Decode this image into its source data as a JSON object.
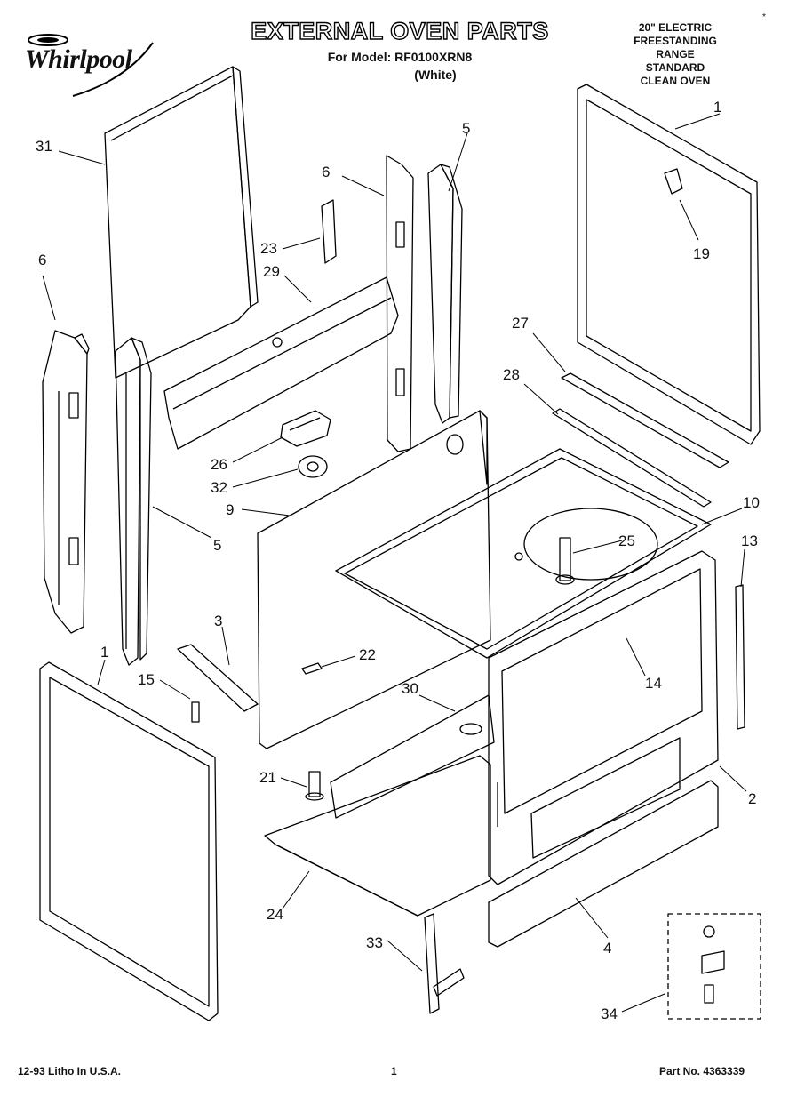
{
  "header": {
    "brand": "Whirlpool",
    "title": "EXTERNAL OVEN PARTS",
    "model_line": "For Model: RF0100XRN8",
    "color_line": "(White)",
    "corner_mark": "*",
    "description": [
      "20\" ELECTRIC",
      "FREESTANDING",
      "RANGE",
      "STANDARD",
      "CLEAN OVEN"
    ]
  },
  "callouts": [
    "1",
    "31",
    "6",
    "5",
    "19",
    "23",
    "29",
    "6",
    "27",
    "28",
    "26",
    "32",
    "9",
    "10",
    "25",
    "5",
    "13",
    "3",
    "22",
    "14",
    "1",
    "15",
    "30",
    "21",
    "2",
    "24",
    "4",
    "33",
    "34"
  ],
  "footer": {
    "litho": "12-93  Litho In U.S.A.",
    "page": "1",
    "part_no": "Part No. 4363339"
  }
}
